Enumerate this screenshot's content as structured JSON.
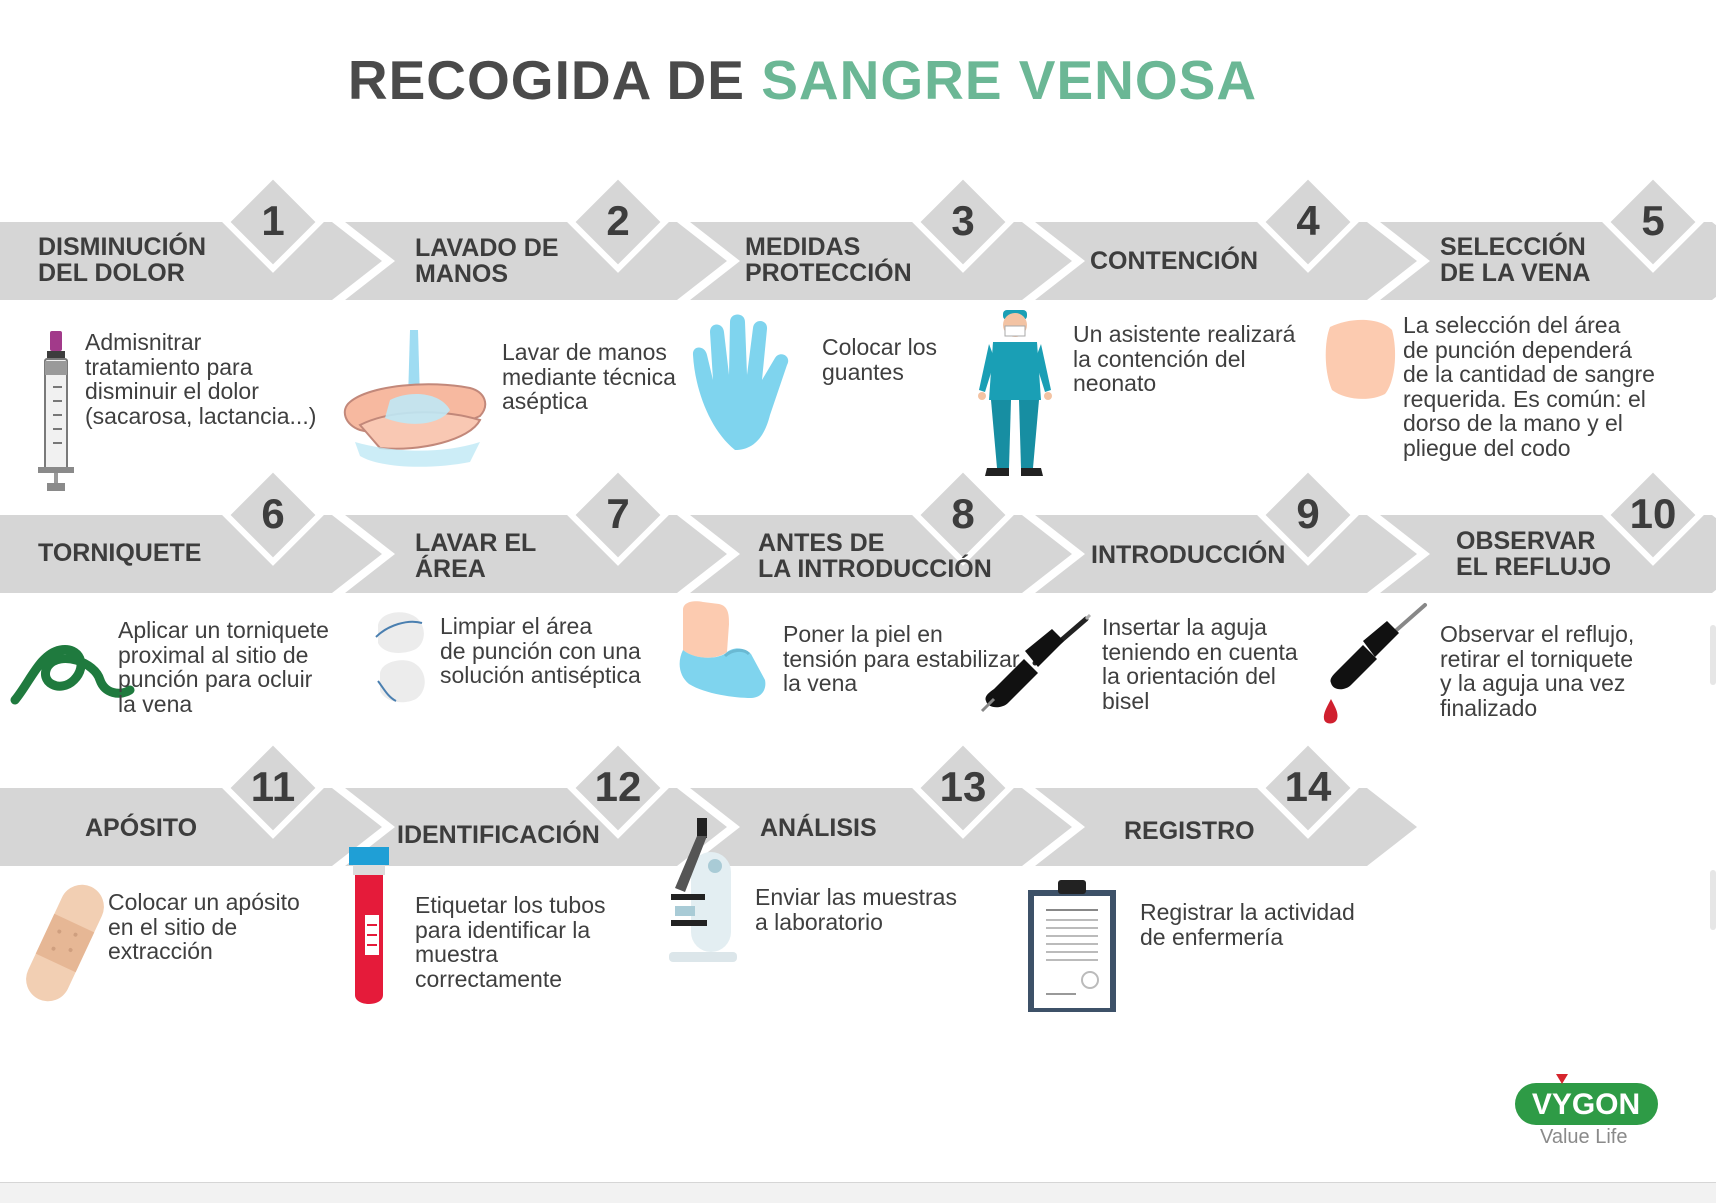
{
  "title": {
    "part1": "RECOGIDA DE ",
    "part2": "SANGRE VENOSA"
  },
  "colors": {
    "accent": "#6bb795",
    "arrow": "#d6d6d6",
    "text": "#3d3d3d",
    "glove": "#7fd4ee",
    "skin": "#fccbb0",
    "scrubs": "#1a9fb5",
    "logo": "#2e9b46"
  },
  "steps": [
    {
      "number": "1",
      "heading": [
        "DISMINUCIÓN",
        "DEL DOLOR"
      ],
      "description": [
        "Admisnitrar",
        "tratamiento para",
        "disminuir el dolor",
        "(sacarosa, lactancia...)"
      ],
      "icon": "syringe-icon"
    },
    {
      "number": "2",
      "heading": [
        "LAVADO DE",
        "MANOS"
      ],
      "description": [
        "Lavar de manos",
        "mediante técnica",
        "aséptica"
      ],
      "icon": "hand-washing-icon"
    },
    {
      "number": "3",
      "heading": [
        "MEDIDAS",
        "PROTECCIÓN"
      ],
      "description": [
        "Colocar los",
        "guantes"
      ],
      "icon": "glove-icon"
    },
    {
      "number": "4",
      "heading": [
        "CONTENCIÓN"
      ],
      "description": [
        "Un asistente realizará",
        "la contención del",
        "neonato"
      ],
      "icon": "nurse-icon"
    },
    {
      "number": "5",
      "heading": [
        "SELECCIÓN",
        "DE LA VENA"
      ],
      "description": [
        "La selección del área",
        "de punción dependerá",
        "de la cantidad de sangre",
        "requerida. Es común: el",
        "dorso de la mano y el",
        "pliegue del codo"
      ],
      "icon": "hand-back-icon"
    },
    {
      "number": "6",
      "heading": [
        "TORNIQUETE"
      ],
      "description": [
        "Aplicar un torniquete",
        "proximal al sitio de",
        "punción para ocluir",
        "la vena"
      ],
      "icon": "tourniquet-icon"
    },
    {
      "number": "7",
      "heading": [
        "LAVAR EL",
        "ÁREA"
      ],
      "description": [
        "Limpiar el área",
        "de punción con una",
        "solución antiséptica"
      ],
      "icon": "cotton-pad-icon"
    },
    {
      "number": "8",
      "heading": [
        "ANTES DE",
        "LA INTRODUCCIÓN"
      ],
      "description": [
        "Poner la piel en",
        "tensión para estabilizar",
        "la vena"
      ],
      "icon": "gloved-hand-skin-icon"
    },
    {
      "number": "9",
      "heading": [
        "INTRODUCCIÓN"
      ],
      "description": [
        "Insertar la aguja",
        "teniendo en cuenta",
        "la orientación del",
        "bisel"
      ],
      "icon": "needle-icon"
    },
    {
      "number": "10",
      "heading": [
        "OBSERVAR",
        "EL REFLUJO"
      ],
      "description": [
        "Observar el reflujo,",
        "retirar el torniquete",
        "y la aguja una vez",
        "finalizado"
      ],
      "icon": "needle-blood-icon"
    },
    {
      "number": "11",
      "heading": [
        "APÓSITO"
      ],
      "description": [
        "Colocar un apósito",
        "en el sitio de",
        "extracción"
      ],
      "icon": "bandage-icon"
    },
    {
      "number": "12",
      "heading": [
        "IDENTIFICACIÓN"
      ],
      "description": [
        "Etiquetar los tubos",
        "para identificar la",
        "muestra",
        "correctamente"
      ],
      "icon": "blood-tube-icon"
    },
    {
      "number": "13",
      "heading": [
        "ANÁLISIS"
      ],
      "description": [
        "Enviar las muestras",
        "a laboratorio"
      ],
      "icon": "microscope-icon"
    },
    {
      "number": "14",
      "heading": [
        "REGISTRO"
      ],
      "description": [
        "Registrar la actividad",
        "de enfermería"
      ],
      "icon": "clipboard-icon"
    }
  ],
  "logo": {
    "brand": "VYGON",
    "tagline": "Value Life"
  }
}
